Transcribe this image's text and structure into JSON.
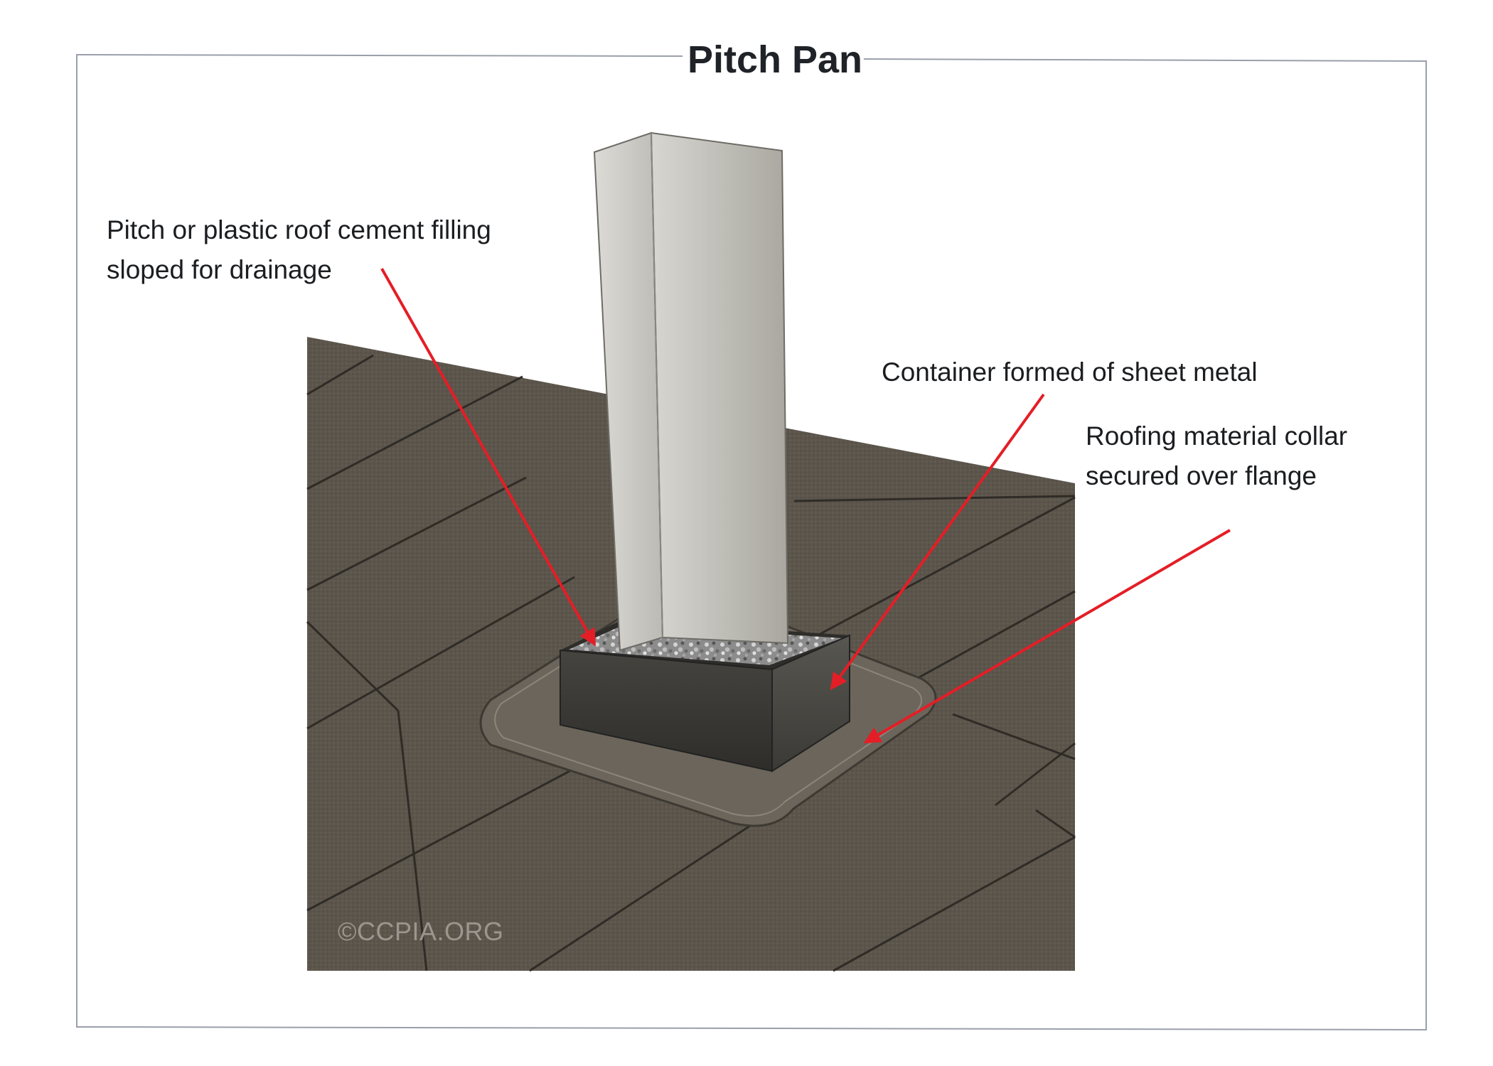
{
  "diagram": {
    "title": "Pitch Pan",
    "watermark": "©CCPIA.ORG",
    "labels": {
      "pitch": {
        "line1": "Pitch or plastic roof cement filling",
        "line2": "sloped for drainage"
      },
      "container": {
        "line1": "Container formed of sheet metal"
      },
      "collar": {
        "line1": "Roofing material collar",
        "line2": "secured over flange"
      }
    },
    "colors": {
      "arrow": "#e41e26",
      "roof": "#5b554c",
      "seam": "#2f2b26",
      "container": "#3e3d3b",
      "post": "#c9c8c2",
      "frame": "#9aa0aa"
    }
  }
}
